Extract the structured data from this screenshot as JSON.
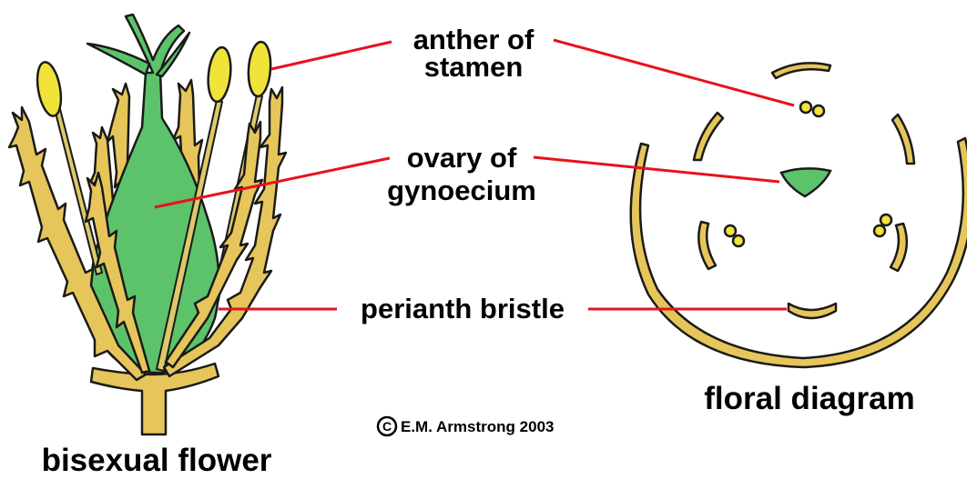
{
  "labels": {
    "anther_line1": "anther of",
    "anther_line2": "stamen",
    "ovary_line1": "ovary of",
    "ovary_line2": "gynoecium",
    "perianth": "perianth bristle",
    "floral_diagram": "floral diagram",
    "bisexual_flower": "bisexual flower",
    "copyright_symbol": "C",
    "copyright_text": "E.M. Armstrong 2003"
  },
  "colors": {
    "leader_lines": "#e8121c",
    "bristle_yellow": "#e6c65a",
    "anther_yellow": "#f2e33a",
    "ovary_green": "#5cc36a",
    "outline": "#1a1a1a"
  }
}
